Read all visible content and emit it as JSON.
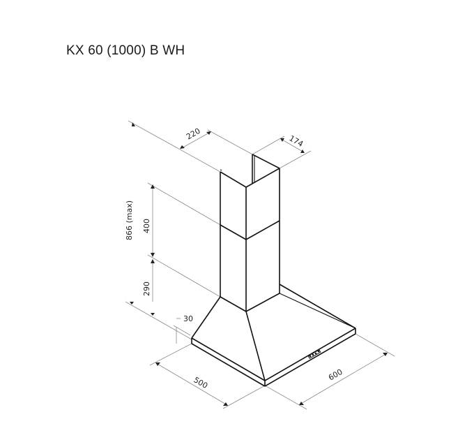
{
  "title": "KX 60 (1000) B WH",
  "dimensions": {
    "chimney_depth": "220",
    "chimney_width": "174",
    "total_height": "866 (max)",
    "upper_chimney": "400",
    "lower_chimney": "290",
    "base_thickness": "30",
    "hood_depth": "500",
    "hood_width": "600"
  },
  "colors": {
    "line": "#111111",
    "dimension_line": "#8a8a8a",
    "background": "#ffffff"
  }
}
